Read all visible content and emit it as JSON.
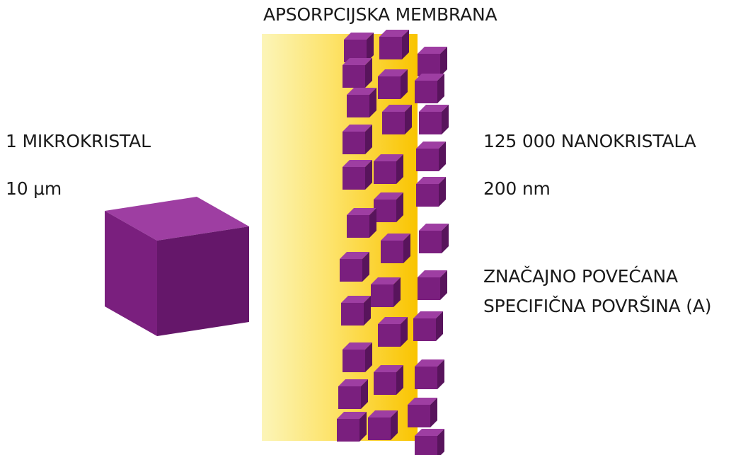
{
  "title": "APSORPCIJSKA MEMBRANA",
  "microcrystal": {
    "count_label": "1 MIKROKRISTAL",
    "size_label": "10 μm"
  },
  "nanocrystals": {
    "count_label": "125 000 NANOKRISTALA",
    "size_label": "200 nm"
  },
  "surface_note": {
    "line1": "ZNAČAJNO POVEĆANA",
    "line2": "SPECIFIČNA POVRŠINA (A)"
  },
  "colors": {
    "membrane_light": "#fcf5b8",
    "membrane_yellow": "#fde36a",
    "membrane_gold": "#f9c400",
    "cube_front": "#7a1f7e",
    "cube_top": "#9e3ea2",
    "cube_side": "#58145c"
  }
}
